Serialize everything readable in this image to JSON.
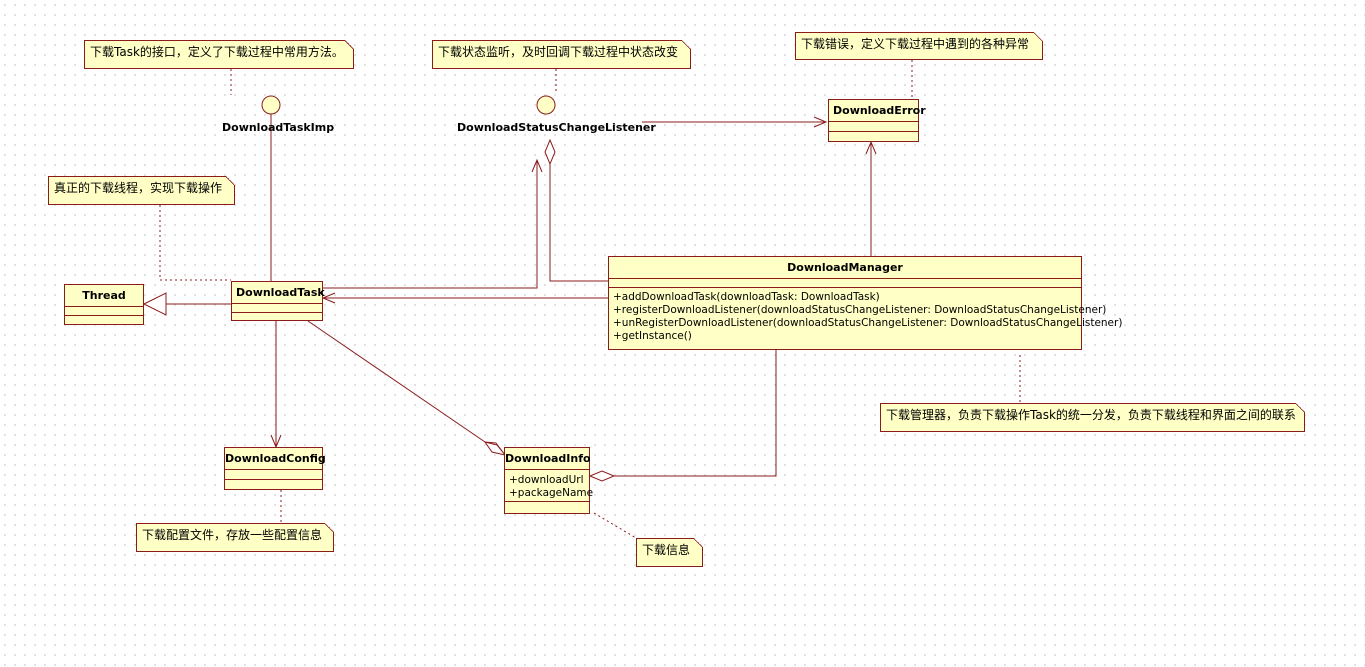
{
  "interfaces": {
    "download_task_imp": "DownloadTaskImp",
    "status_listener": "DownloadStatusChangeListener"
  },
  "classes": {
    "download_error": {
      "name": "DownloadError"
    },
    "thread": {
      "name": "Thread"
    },
    "download_task": {
      "name": "DownloadTask"
    },
    "download_manager": {
      "name": "DownloadManager",
      "operations": [
        "+addDownloadTask(downloadTask: DownloadTask)",
        "+registerDownloadListener(downloadStatusChangeListener: DownloadStatusChangeListener)",
        "+unRegisterDownloadListener(downloadStatusChangeListener: DownloadStatusChangeListener)",
        "+getInstance()"
      ]
    },
    "download_config": {
      "name": "DownloadConfig"
    },
    "download_info": {
      "name": "DownloadInfo",
      "attributes": [
        "+downloadUrl",
        "+packageName"
      ]
    }
  },
  "notes": {
    "task_interface": "下载Task的接口，定义了下载过程中常用方法。",
    "status_listener": "下载状态监听，及时回调下载过程中状态改变",
    "error": "下载错误，定义下载过程中遇到的各种异常",
    "thread": "真正的下载线程，实现下载操作",
    "manager": "下载管理器，负责下载操作Task的统一分发，负责下载线程和界面之间的联系",
    "config": "下载配置文件，存放一些配置信息",
    "info": "下载信息"
  },
  "colors": {
    "line": "#8a1c1c",
    "box_fill": "#ffffc6",
    "note_fill": "#ffffc6"
  }
}
